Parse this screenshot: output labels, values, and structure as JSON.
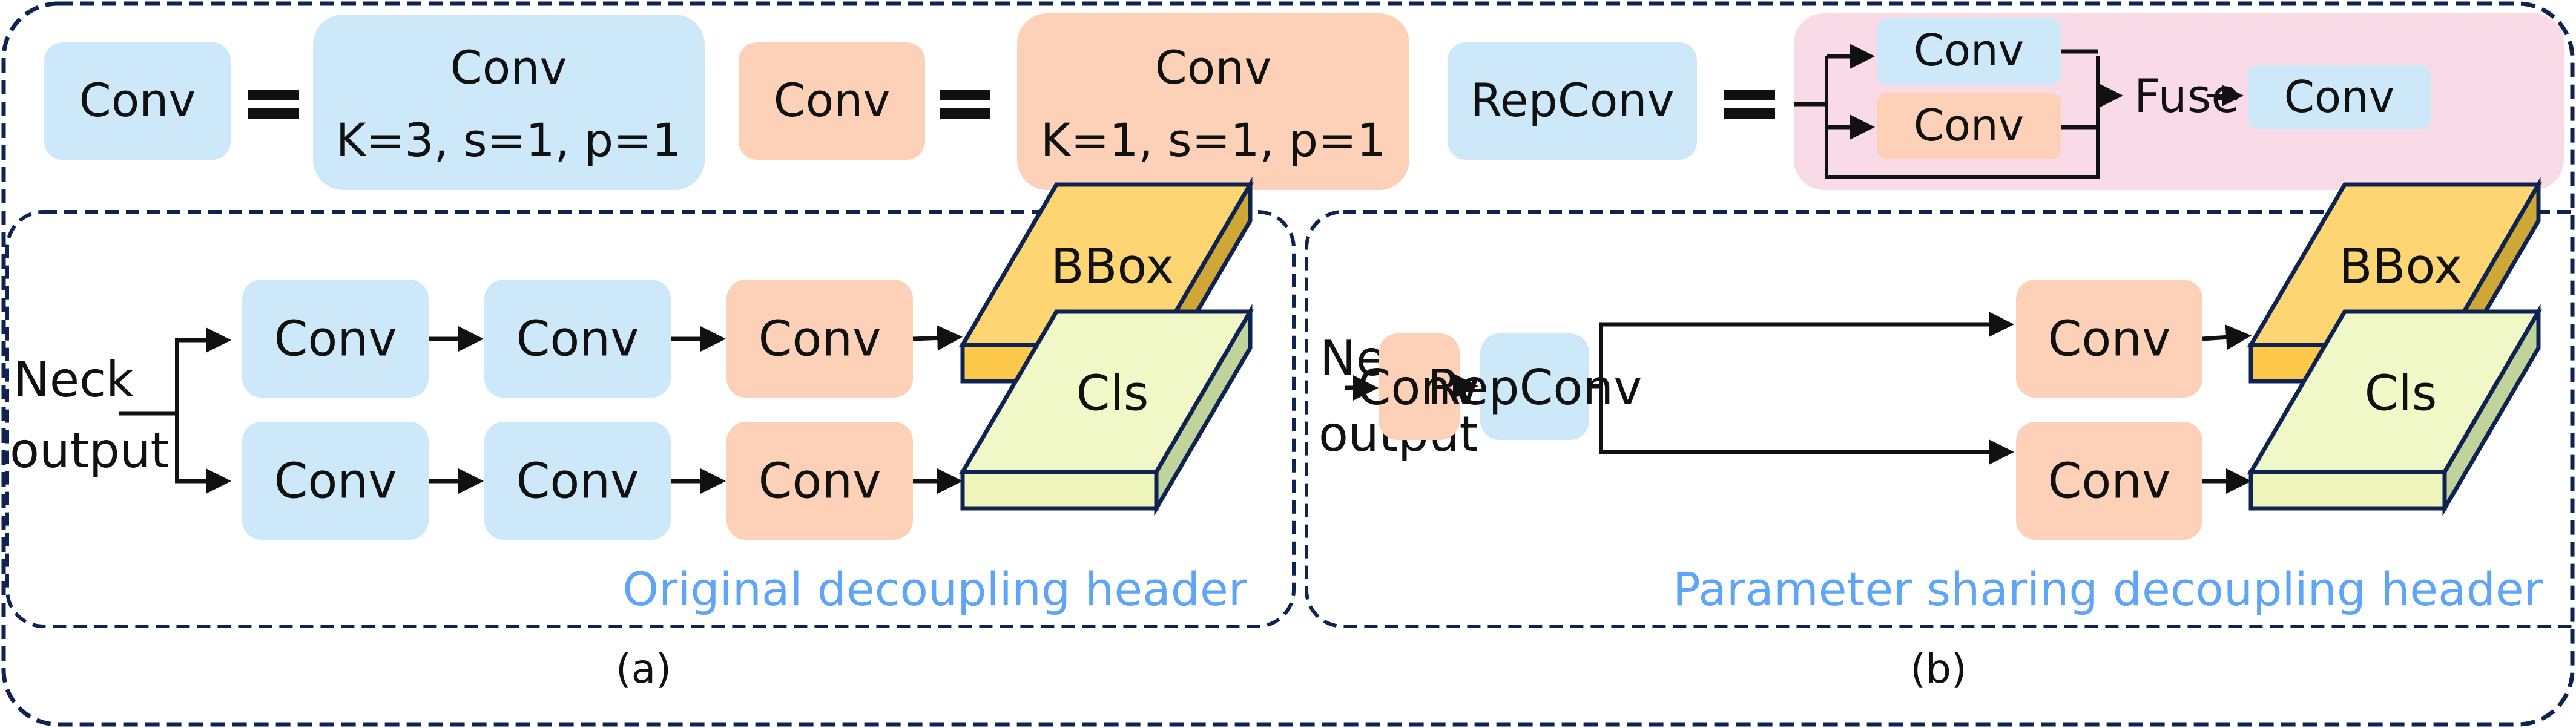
{
  "colors": {
    "conv3_fill": "#cde8f9",
    "conv1_fill": "#fdd1b8",
    "repconv_panel_fill": "#f8dbe6",
    "bbox_top": "#fdd572",
    "bbox_front": "#fec84a",
    "bbox_side": "#cfa736",
    "cls_top": "#f1f8c8",
    "cls_front": "#edf5bb",
    "cls_side": "#c0d39b",
    "dash_stroke": "#0f2352",
    "caption_blue": "#5ea5f7",
    "arrow": "#111111"
  },
  "legend": {
    "conv3": {
      "label": "Conv",
      "equals": "=",
      "def_line1": "Conv",
      "def_line2": "K=3, s=1, p=1"
    },
    "conv1": {
      "label": "Conv",
      "equals": "=",
      "def_line1": "Conv",
      "def_line2": "K=1, s=1, p=1"
    },
    "repconv": {
      "label": "RepConv",
      "equals": "=",
      "branch_top": "Conv",
      "branch_bottom": "Conv",
      "fuse": "Fuse",
      "result": "Conv"
    }
  },
  "panel_a": {
    "input_line1": "Neck",
    "input_line2": "output",
    "top_row": [
      "Conv",
      "Conv",
      "Conv"
    ],
    "bottom_row": [
      "Conv",
      "Conv",
      "Conv"
    ],
    "output_top": "BBox",
    "output_bottom": "Cls",
    "caption": "Original decoupling header",
    "label": "(a)"
  },
  "panel_b": {
    "input_line1": "Neck",
    "input_line2": "output",
    "stem": [
      "Conv",
      "RepConv"
    ],
    "branch_top": "Conv",
    "branch_bottom": "Conv",
    "output_top": "BBox",
    "output_bottom": "Cls",
    "caption": "Parameter sharing decoupling header",
    "label": "(b)"
  }
}
